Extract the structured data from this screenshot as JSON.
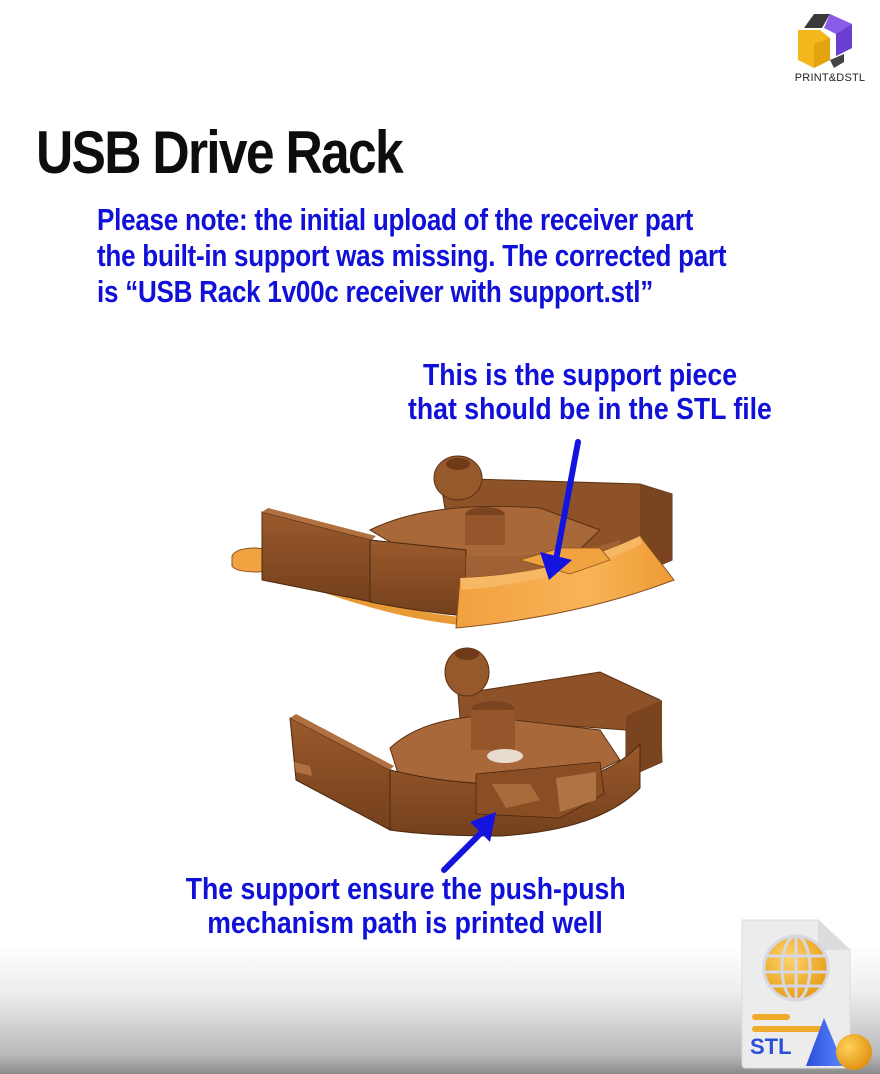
{
  "brand": {
    "logo_text": "PRINT&DSTL",
    "colors": {
      "purple": "#7a4de0",
      "yellow": "#f2b418",
      "dark": "#3a3a3a"
    }
  },
  "header": {
    "title": "USB Drive Rack"
  },
  "note": {
    "lines": [
      "Please note: the initial upload of the receiver part",
      "the built-in support was missing.  The corrected part",
      "is “USB Rack 1v00c receiver with support.stl”"
    ]
  },
  "figure": {
    "top_part": {
      "callout_lines": [
        "This is the support piece",
        "that should be in the STL file"
      ],
      "arrow": "arrow-down-icon"
    },
    "bottom_part": {
      "callout_lines": [
        "The support ensure the push-push",
        "mechanism path is printed well"
      ],
      "arrow": "arrow-up-right-icon"
    },
    "colors": {
      "part_brown": "#8a4f26",
      "part_brown_light": "#a9683a",
      "support_orange": "#f4a63e",
      "callout_blue": "#1010d8"
    }
  },
  "badge": {
    "label": "STL",
    "icon": "stl-file-icon"
  }
}
